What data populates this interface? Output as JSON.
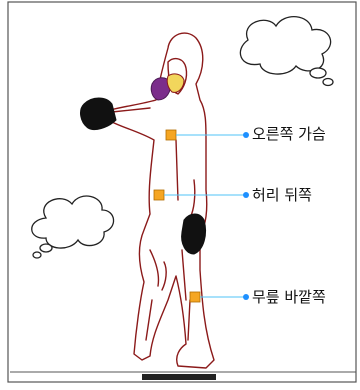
{
  "labels": {
    "chest": "오른쪽 가슴",
    "back": "허리 뒤쪽",
    "knee": "무릎 바깥쪽"
  },
  "colors": {
    "suit_outline": "#8b1a1a",
    "sensor_fill": "#f5a623",
    "leader_line": "#4fc3f7",
    "leader_dot": "#1e90ff",
    "mask_fill": "#7b2d8b",
    "visor_fill": "#f2d65c",
    "glove_fill": "#111111"
  },
  "icons": {
    "thought_bubble": "cloud-thought-bubble-icon",
    "sensor": "sensor-patch-icon"
  }
}
